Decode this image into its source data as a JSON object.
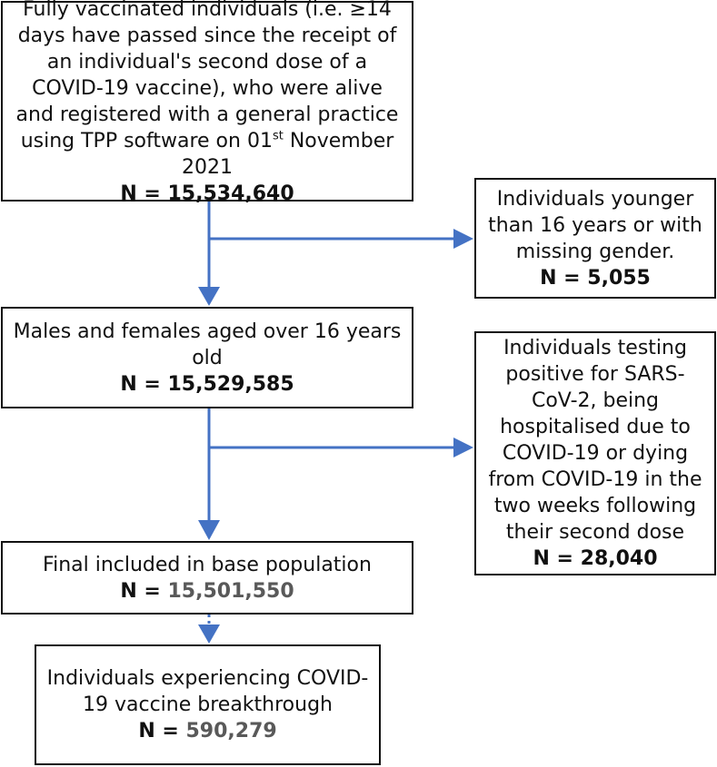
{
  "boxes": {
    "fully_vaccinated": {
      "text_before_sup": "Fully vaccinated individuals (i.e. ≥14 days have passed since the receipt of an individual's second dose of a COVID-19 vaccine), who were alive and registered with a general practice using TPP software on 01",
      "superscript": "st",
      "text_after_sup": " November 2021",
      "n_label": "N = 15,534,640"
    },
    "excluded_young_gender": {
      "text": "Individuals younger than 16 years or with missing gender.",
      "n_label": "N = 5,055"
    },
    "males_females_16": {
      "text": "Males and females aged over 16 years old",
      "n_label": "N = 15,529,585"
    },
    "excluded_early_covid": {
      "text": "Individuals testing positive for SARS-CoV-2, being hospitalised due to COVID-19 or dying from COVID-19 in the two weeks following their second dose",
      "n_label": "N = 28,040"
    },
    "final_base_population": {
      "text": "Final included in base population",
      "n_prefix": "N = ",
      "n_value": "15,501,550"
    },
    "breakthrough": {
      "text": "Individuals experiencing COVID-19 vaccine breakthrough",
      "n_prefix": "N = ",
      "n_value": "590,279"
    }
  },
  "colors": {
    "arrow": "#4472C4",
    "border": "#111111",
    "muted_number": "#595959"
  }
}
